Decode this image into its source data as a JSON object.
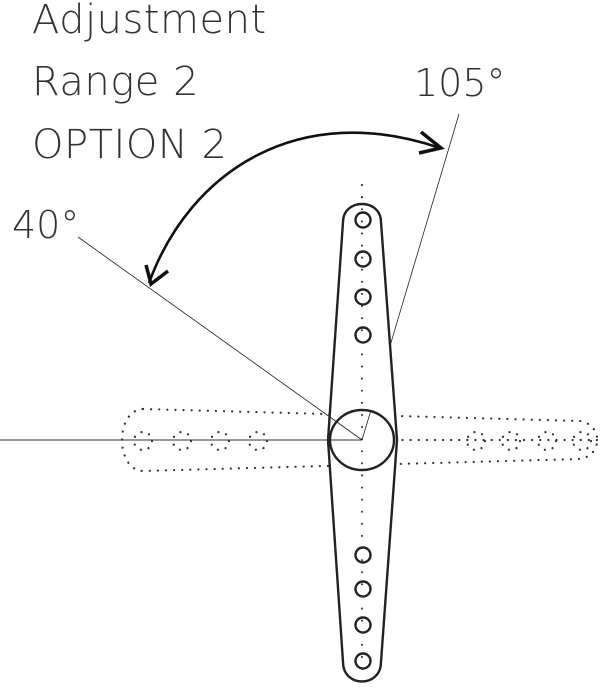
{
  "title": {
    "lines": [
      "Adjustment",
      "Range 2",
      "OPTION 2"
    ]
  },
  "angles": {
    "start_label": "40°",
    "end_label": "105°",
    "start_deg": 40,
    "end_deg": 105
  },
  "horn": {
    "holes_per_arm": 4,
    "style_active": "solid",
    "style_reference": "dotted"
  },
  "colors": {
    "ink": "#1a1a1a",
    "text": "#333333",
    "background": "#ffffff"
  }
}
